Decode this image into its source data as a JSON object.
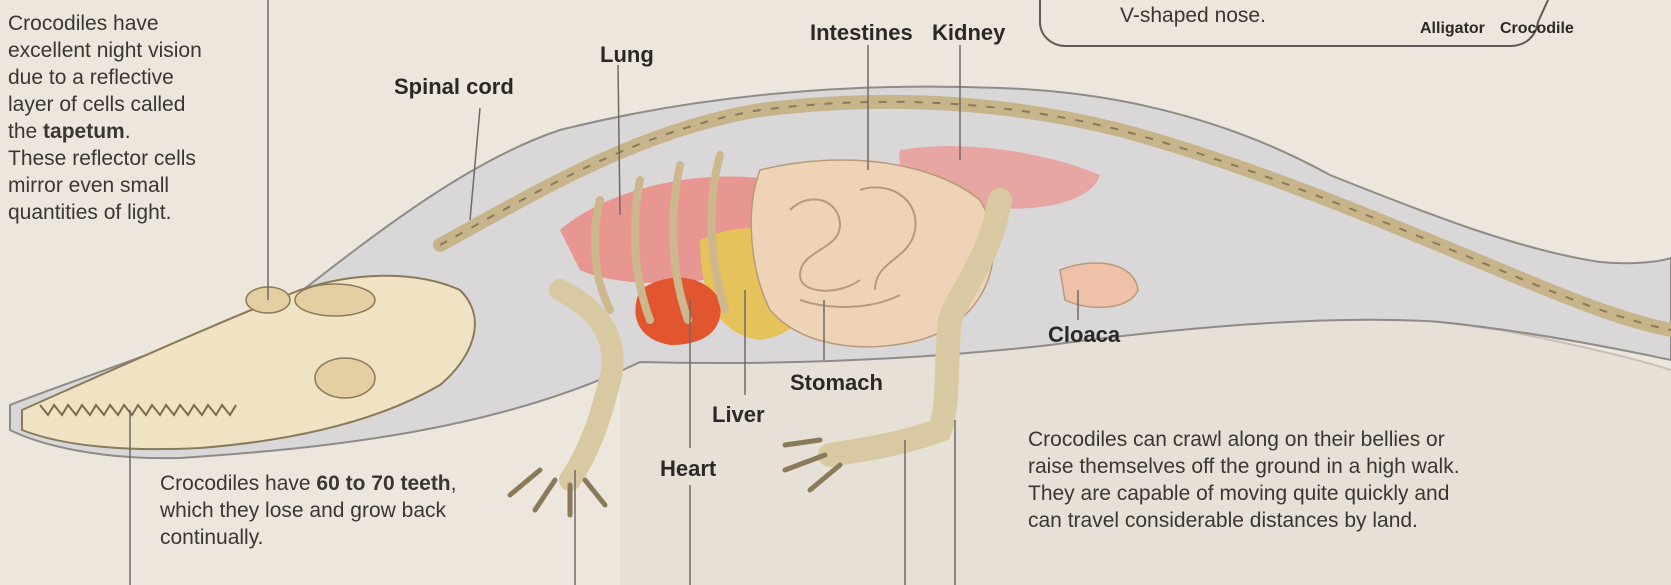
{
  "vision_text": {
    "line1": "Crocodiles have",
    "line2": "excellent night vision",
    "line3": "due to a reflective",
    "line4": "layer of cells called",
    "line5_pre": "the ",
    "line5_bold": "tapetum",
    "line5_post": ".",
    "line6": "These reflector cells",
    "line7": "mirror even small",
    "line8": "quantities of light."
  },
  "nose_box": {
    "text": "V-shaped nose.",
    "label_alligator": "Alligator",
    "label_crocodile": "Crocodile"
  },
  "labels": {
    "spinal_cord": "Spinal cord",
    "lung": "Lung",
    "intestines": "Intestines",
    "kidney": "Kidney",
    "cloaca": "Cloaca",
    "stomach": "Stomach",
    "liver": "Liver",
    "heart": "Heart"
  },
  "teeth_text": {
    "pre": "Crocodiles have ",
    "bold": "60 to 70 teeth",
    "post": ", which they lose and grow back continually."
  },
  "movement_text": {
    "line1": "Crocodiles can crawl along on their bellies or",
    "line2": "raise themselves off the ground in a high walk.",
    "line3": "They are capable of moving quite quickly and",
    "line4": "can travel considerable distances by land."
  },
  "colors": {
    "background": "#ece6dc",
    "body_silhouette": "#d8d6d6",
    "bone": "#efe3c4",
    "lung": "#e98f8b",
    "liver": "#e6c25a",
    "heart": "#e2562f",
    "intestines": "#eed3b6",
    "kidney": "#ea9a95"
  }
}
